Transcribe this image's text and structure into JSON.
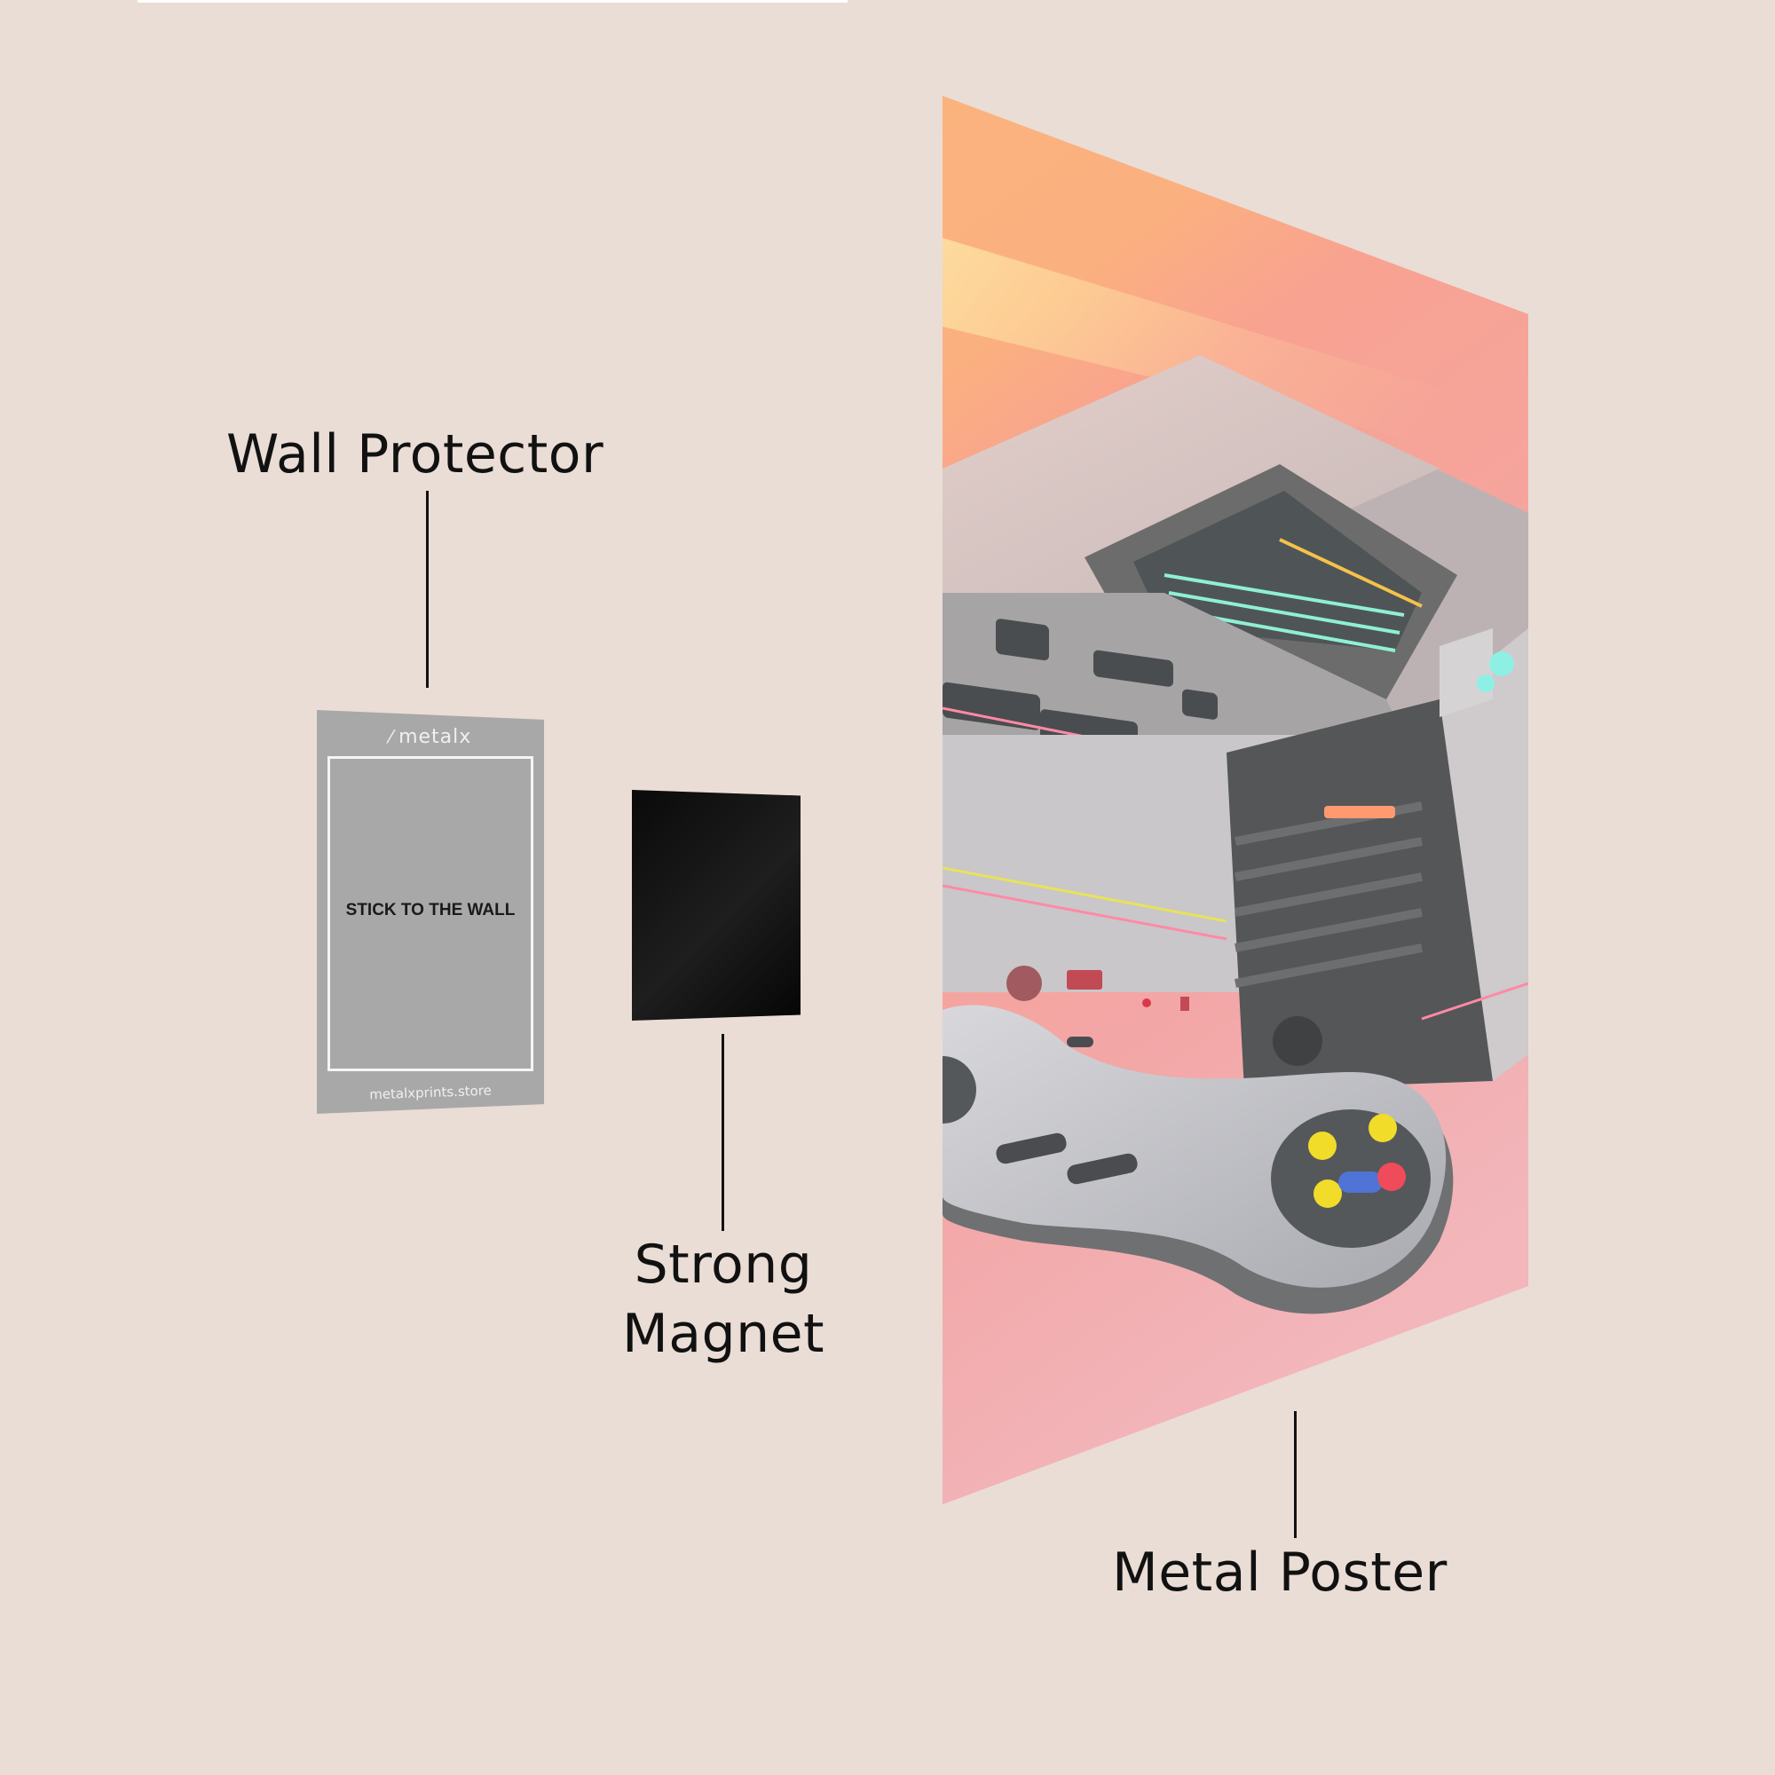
{
  "labels": {
    "wall_protector": "Wall Protector",
    "strong_magnet_line1": "Strong",
    "strong_magnet_line2": "Magnet",
    "metal_poster": "Metal Poster"
  },
  "wall_protector_card": {
    "logo_text": "metalx",
    "instruction": "STICK TO THE WALL",
    "url": "metalxprints.store"
  },
  "colors": {
    "background": "#e9ddd5",
    "protector": "#a8a8a8",
    "magnet": "#000000",
    "poster_top": "#fbb37e",
    "poster_bottom": "#f2b4b7"
  },
  "icons": {
    "logo": "metalx-logo-icon",
    "console": "retro-console-illustration",
    "controller": "gamepad-illustration"
  }
}
